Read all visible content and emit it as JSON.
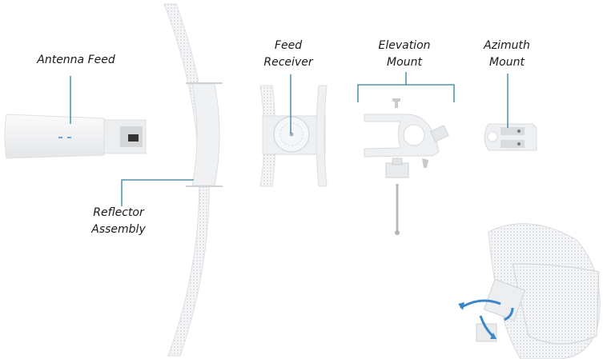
{
  "labels": {
    "antenna_feed": "Antenna Feed",
    "reflector_assembly": [
      "Reflector",
      "Assembly"
    ],
    "feed_receiver": [
      "Feed",
      "Receiver"
    ],
    "elevation_mount": [
      "Elevation",
      "Mount"
    ],
    "azimuth_mount": [
      "Azimuth",
      "Mount"
    ]
  },
  "colors": {
    "callout_line": "#2f7f9e",
    "part_body": "#f2f3f4",
    "part_shadow": "#d9dcdf",
    "rotation_arrow": "#3a86c8"
  }
}
